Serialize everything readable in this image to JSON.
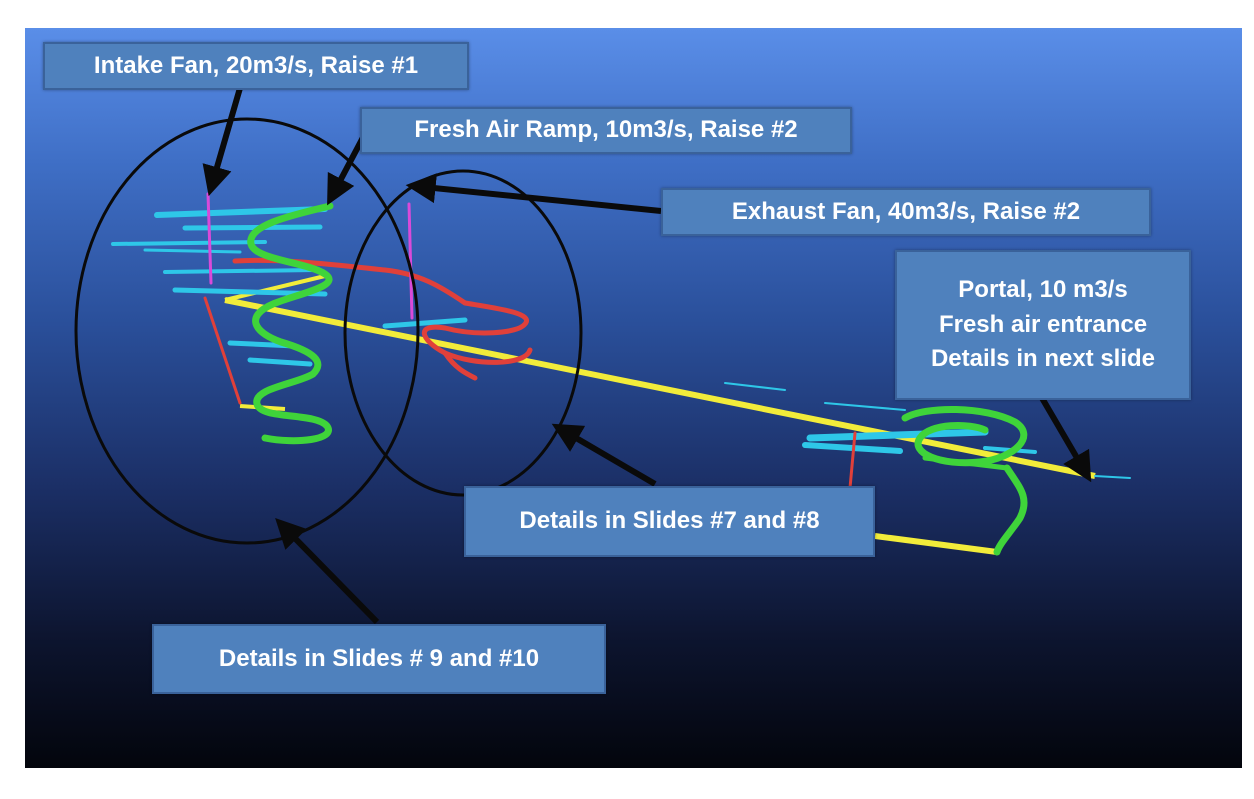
{
  "callouts": {
    "intake_fan": "Intake Fan, 20m3/s, Raise #1",
    "fresh_air_ramp": "Fresh Air Ramp, 10m3/s, Raise #2",
    "exhaust_fan": "Exhaust Fan, 40m3/s, Raise #2",
    "portal": [
      "Portal, 10 m3/s",
      "Fresh air entrance",
      "Details in next slide"
    ],
    "details_7_8": "Details in Slides #7 and #8",
    "details_9_10": "Details in Slides # 9 and  #10"
  },
  "colors": {
    "intake_ramp": "#3fd43a",
    "level_drifts": "#2ec7e8",
    "main_decline": "#f2ec3a",
    "exhaust_ramp": "#e0403a",
    "raise": "#d94ad9",
    "callout_fill": "#4f81bd"
  }
}
